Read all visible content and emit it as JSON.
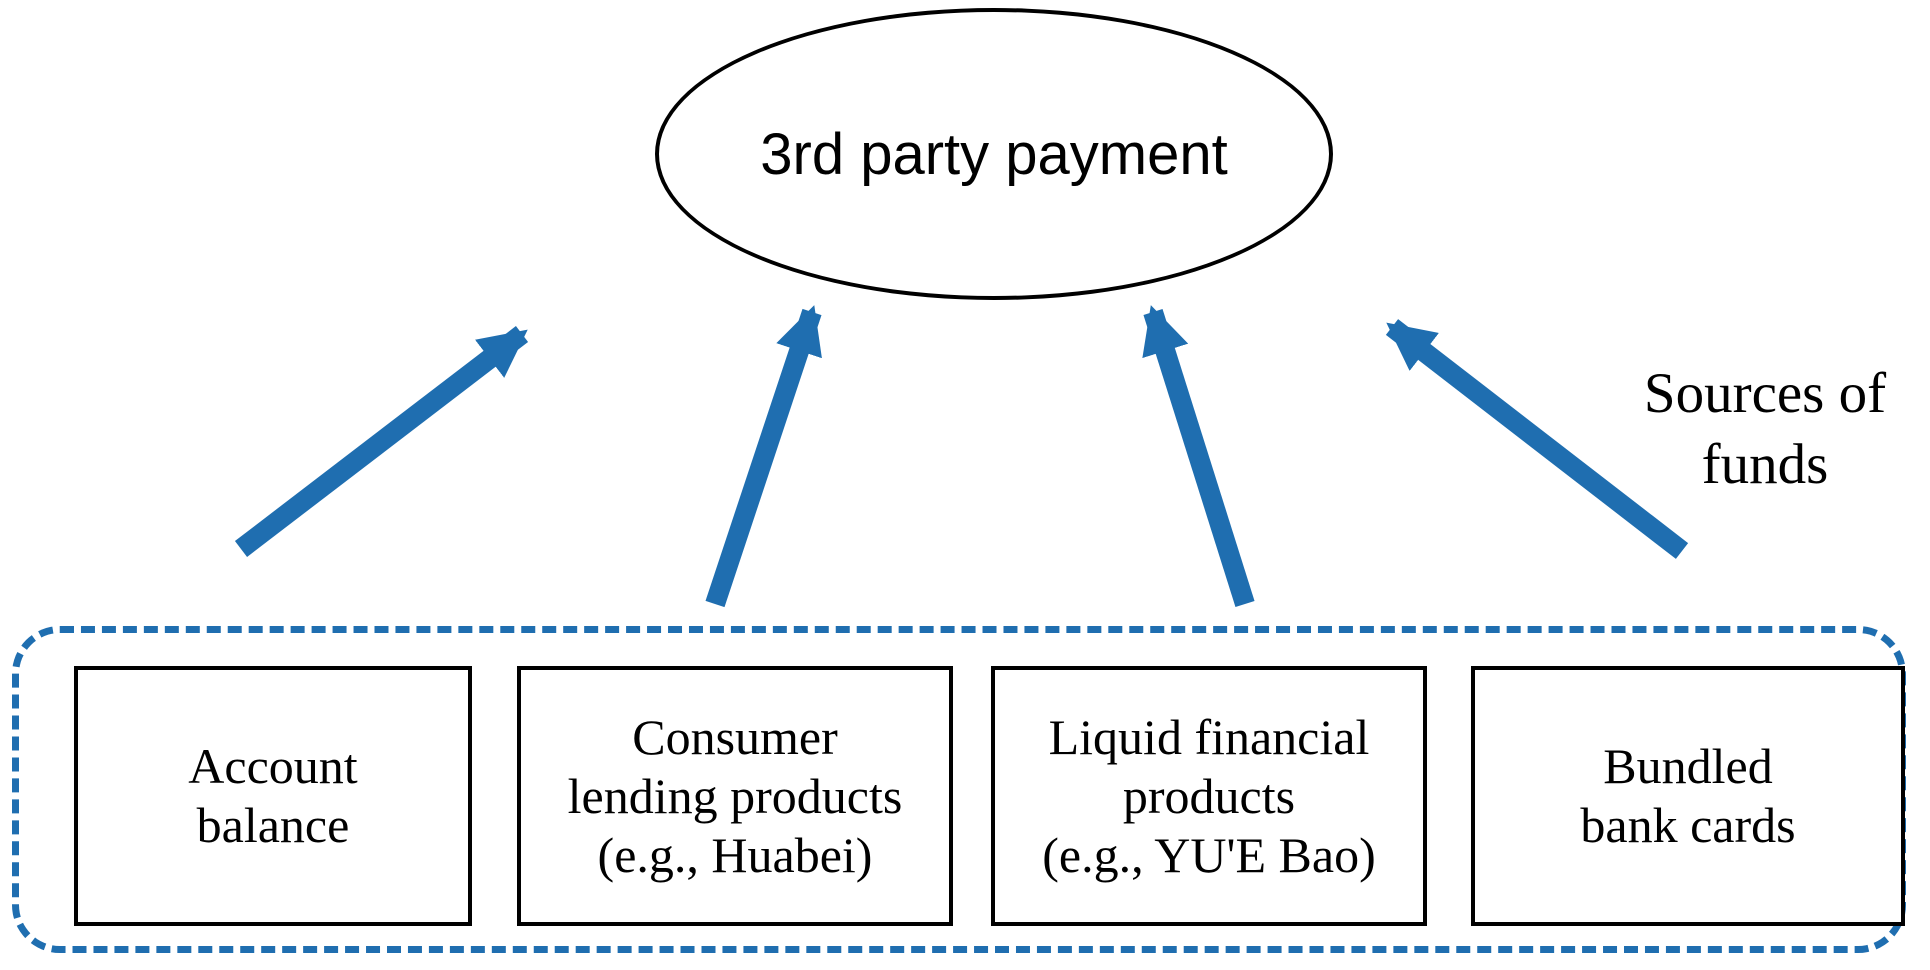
{
  "colors": {
    "accent": "#1f6eb0",
    "box_border": "#000000",
    "text": "#000000"
  },
  "diagram": {
    "top_node": {
      "label": "3rd party payment"
    },
    "side_label": {
      "text": "Sources of\nfunds"
    },
    "sources": [
      {
        "label": "Account\nbalance"
      },
      {
        "label": "Consumer\nlending products\n(e.g., Huabei)"
      },
      {
        "label": "Liquid financial\nproducts\n(e.g., YU'E Bao)"
      },
      {
        "label": "Bundled\nbank cards"
      }
    ]
  }
}
